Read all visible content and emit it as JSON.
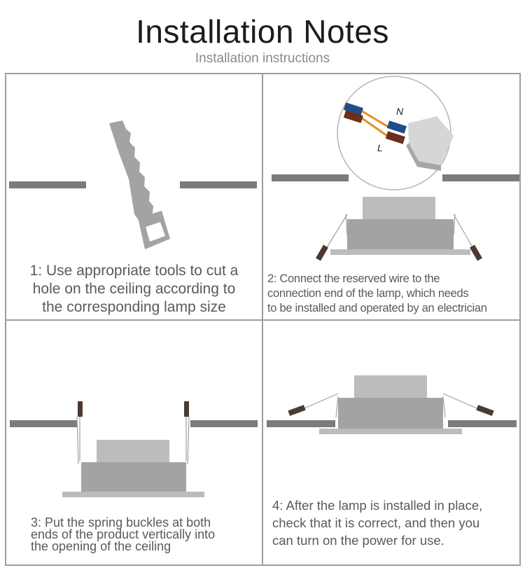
{
  "header": {
    "title": "Installation Notes",
    "subtitle": "Installation instructions"
  },
  "steps": [
    {
      "lines": [
        "1: Use appropriate tools to cut a",
        "hole on the ceiling according to",
        "the corresponding lamp size"
      ]
    },
    {
      "lines": [
        "2: Connect the reserved wire to the",
        "connection end of the lamp, which needs",
        "to be installed and operated by an electrician"
      ]
    },
    {
      "lines": [
        "3: Put the spring buckles at both",
        "ends of the product vertically into",
        "the opening of the ceiling"
      ]
    },
    {
      "lines": [
        "4: After the lamp is installed in place,",
        "check that it is correct, and then you",
        "can turn on the power for use."
      ]
    }
  ],
  "wire_labels": {
    "neutral": "N",
    "live": "L"
  },
  "colors": {
    "frame": "#9e9e9e",
    "ceiling": "#7b7b7d",
    "lamp_body": "#a3a3a5",
    "lamp_top": "#bcbcbe",
    "spring_tip": "#4a3a32",
    "wire_blue": "#1f4e8c",
    "wire_brown": "#6b2f1c",
    "wire_orange": "#e3901e"
  },
  "icons": [
    "saw-icon",
    "wire-connector-icon",
    "downlight-lamp-icon",
    "spring-clip-icon"
  ]
}
